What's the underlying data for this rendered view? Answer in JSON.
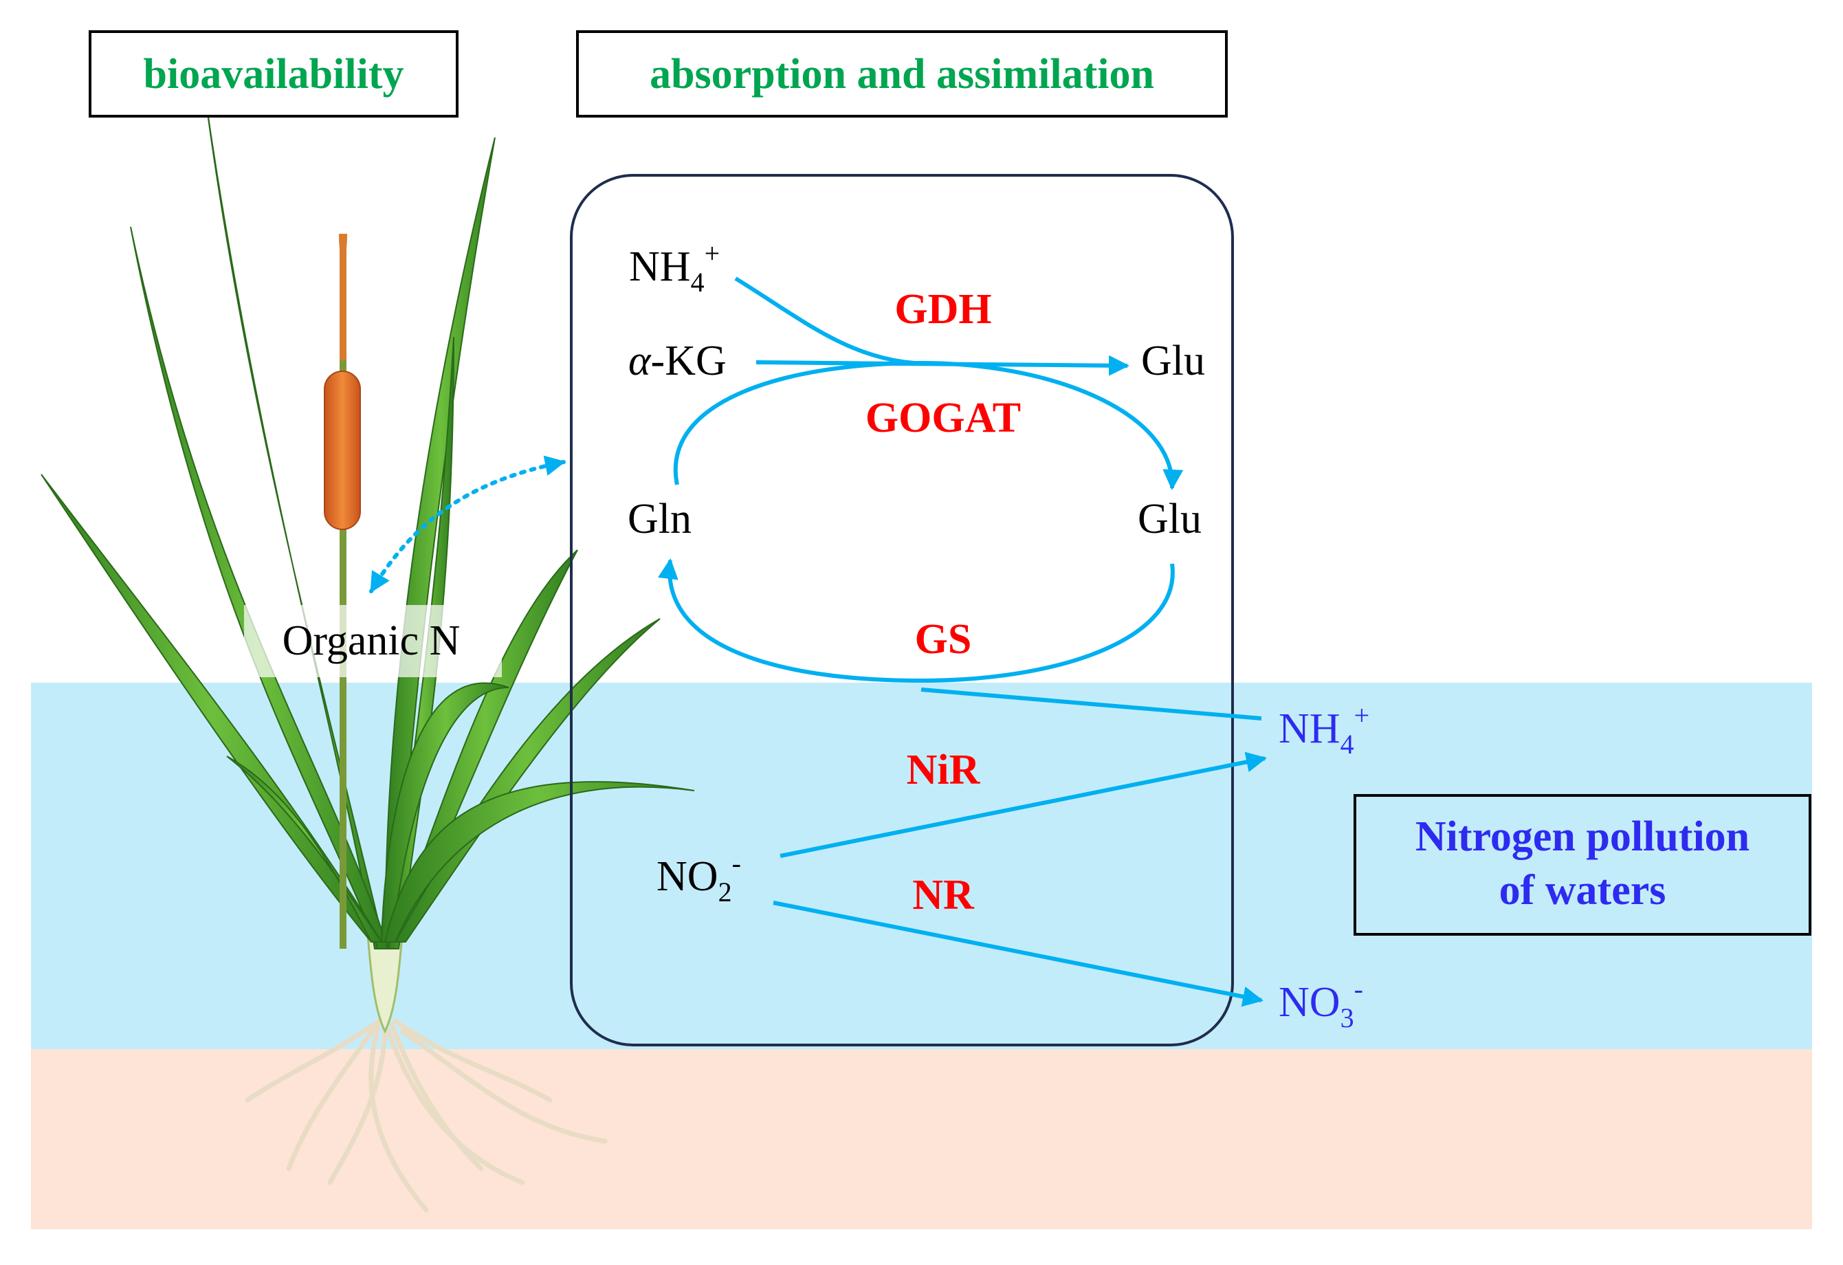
{
  "headers": {
    "left": "bioavailability",
    "middle": "absorption and assimilation",
    "right": "Nitrogen pollution of waters",
    "right_line1": "Nitrogen pollution",
    "right_line2": "of waters"
  },
  "labels": {
    "organic_n": "Organic N",
    "nh4_top_base": "NH",
    "nh4_top_sub": "4",
    "nh4_top_sup": "+",
    "akg_alpha": "α",
    "akg_rest": "-KG",
    "glu_top": "Glu",
    "glu_right": "Glu",
    "gln": "Gln",
    "no2_base": "NO",
    "no2_sub": "2",
    "no2_sup": "-",
    "nh4_water_base": "NH",
    "nh4_water_sub": "4",
    "nh4_water_sup": "+",
    "no3_base": "NO",
    "no3_sub": "3",
    "no3_sup": "-"
  },
  "enzymes": {
    "gdh": "GDH",
    "gogat": "GOGAT",
    "gs": "GS",
    "nir": "NiR",
    "nr": "NR"
  },
  "colors": {
    "header_green": "#00a550",
    "enzyme_red": "#ff0000",
    "water_blue": "#2e2bf0",
    "arrow_cyan": "#00b0f0",
    "water_band": "#c3ecfb",
    "soil_band": "#fde4d6",
    "cell_border": "#1f2d4e",
    "text_black": "#000000"
  }
}
